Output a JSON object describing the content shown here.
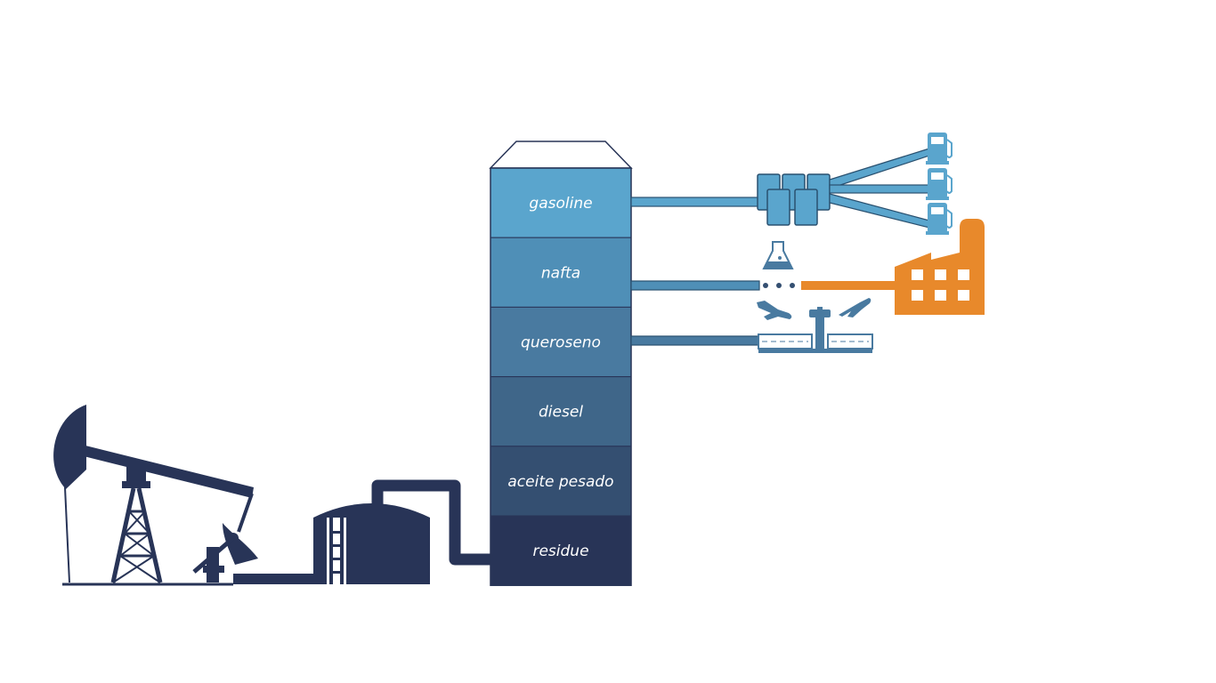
{
  "diagram": {
    "column_segments": [
      {
        "label": "gasoline"
      },
      {
        "label": "nafta"
      },
      {
        "label": "queroseno"
      },
      {
        "label": "diesel"
      },
      {
        "label": "aceite pesado"
      },
      {
        "label": "residue"
      }
    ],
    "icons": {
      "pumpjack": "oil-pumpjack-icon",
      "tank": "storage-tank-icon",
      "fuel_pumps": "fuel-pump-icon",
      "flask": "lab-flask-icon",
      "factory": "factory-icon",
      "airport": "airport-icon"
    },
    "colors": {
      "gasoline": "#5aa5cd",
      "nafta": "#4f8fb7",
      "queroseno": "#497aa0",
      "diesel": "#3f6689",
      "aceite_pesado": "#344f71",
      "residue": "#283457",
      "dark": "#283457",
      "orange": "#e8892b"
    }
  }
}
